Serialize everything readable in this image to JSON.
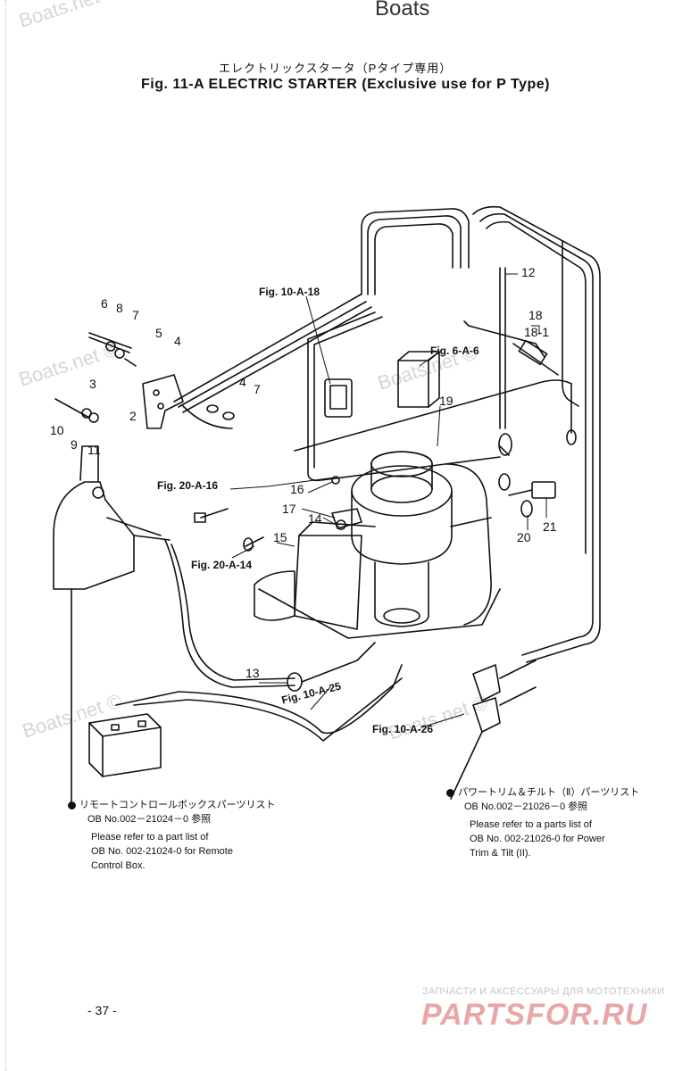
{
  "header": {
    "watermark_top": "Boats",
    "title_jp": "エレクトリックスタータ（Pタイプ専用）",
    "title_en": "Fig. 11-A   ELECTRIC STARTER (Exclusive use for P Type)"
  },
  "watermarks": [
    "Boats.net ©",
    "Boats.net ©",
    "Boats.net ©",
    "Boats.net ©",
    "Boats.net ©"
  ],
  "part_numbers": [
    "6",
    "8",
    "7",
    "5",
    "4",
    "3",
    "2",
    "10",
    "9",
    "11",
    "4",
    "7",
    "12",
    "18",
    "18-1",
    "19",
    "16",
    "17",
    "14",
    "15",
    "13",
    "20",
    "21"
  ],
  "figure_refs": [
    "Fig. 10-A-18",
    "Fig. 6-A-6",
    "Fig. 20-A-16",
    "Fig. 20-A-14",
    "Fig. 10-A-25",
    "Fig. 10-A-26"
  ],
  "notes": {
    "left": {
      "jp_line1": "リモートコントロールボックスパーツリスト",
      "jp_line2": "OB No.002－21024－0 参照",
      "en": "Please refer to a part list of\nOB No. 002-21024-0 for Remote\nControl Box."
    },
    "right": {
      "jp_line1": "パワートリム＆チルト（Ⅱ）パーツリスト",
      "jp_line2": "OB No.002－21026－0 参照",
      "en": "Please refer to a parts list of\nOB No. 002-21026-0 for Power\nTrim & Tilt (II)."
    }
  },
  "footer": {
    "page_number": "- 37 -",
    "brand_tagline": "ЗАПЧАСТИ И АКСЕССУАРЫ ДЛЯ МОТОТЕХНИКИ",
    "brand_name": "PARTSFOR.RU"
  }
}
